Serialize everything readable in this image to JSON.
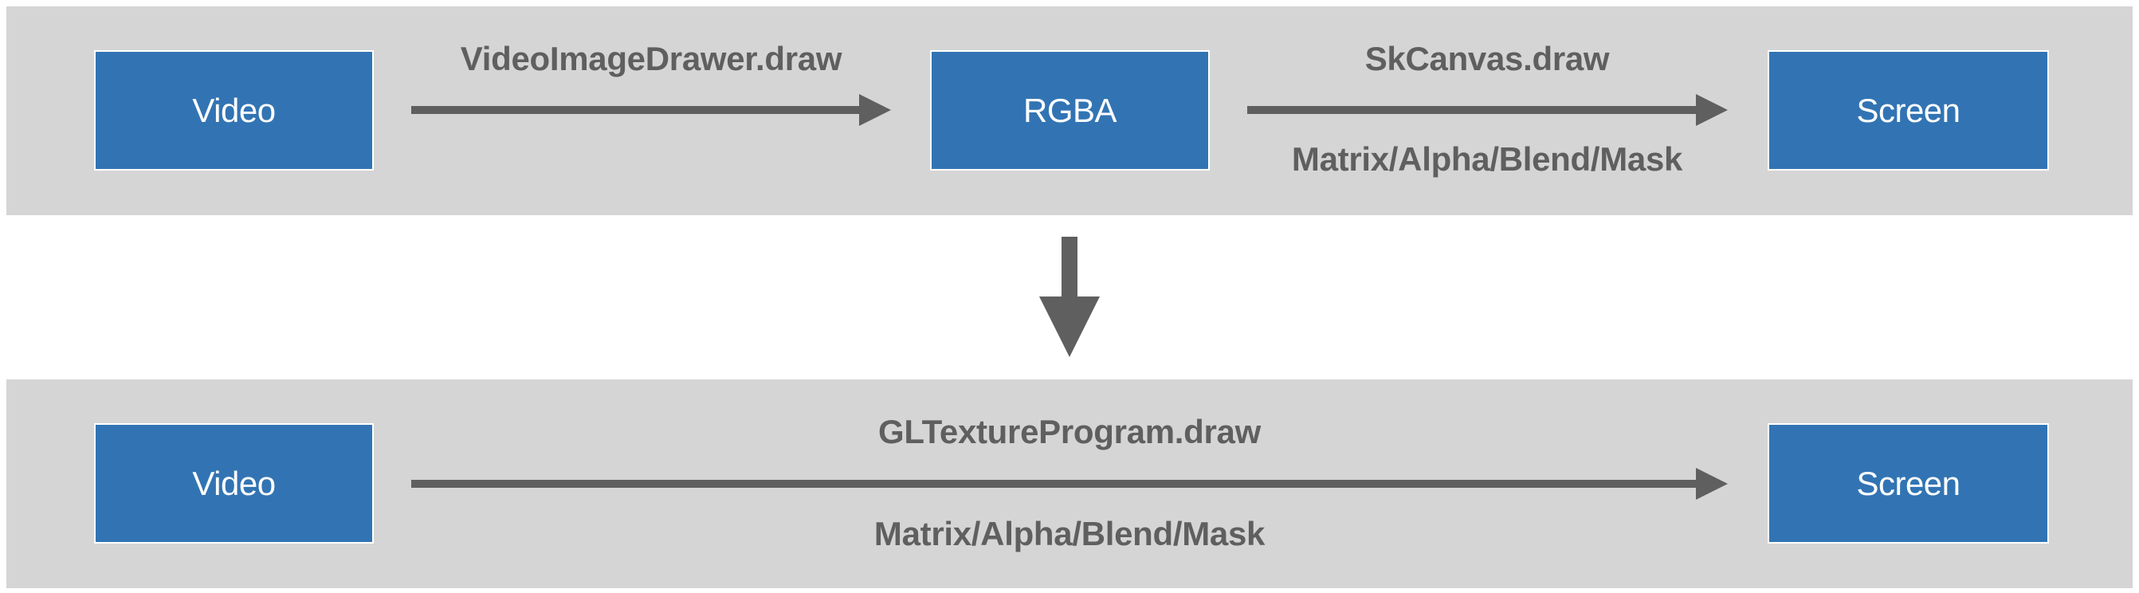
{
  "colors": {
    "panel_background": "#d5d5d5",
    "node_fill": "#3274b3",
    "node_text": "#ffffff",
    "arrow_and_label": "#5f5f5f",
    "page_background": "#ffffff"
  },
  "top_pipeline": {
    "nodes": [
      {
        "label": "Video"
      },
      {
        "label": "RGBA"
      },
      {
        "label": "Screen"
      }
    ],
    "edges": [
      {
        "from": "Video",
        "to": "RGBA",
        "label_above": "VideoImageDrawer.draw",
        "label_below": ""
      },
      {
        "from": "RGBA",
        "to": "Screen",
        "label_above": "SkCanvas.draw",
        "label_below": "Matrix/Alpha/Blend/Mask"
      }
    ]
  },
  "transition": {
    "icon": "down-arrow-icon"
  },
  "bottom_pipeline": {
    "nodes": [
      {
        "label": "Video"
      },
      {
        "label": "Screen"
      }
    ],
    "edges": [
      {
        "from": "Video",
        "to": "Screen",
        "label_above": "GLTextureProgram.draw",
        "label_below": "Matrix/Alpha/Blend/Mask"
      }
    ]
  }
}
